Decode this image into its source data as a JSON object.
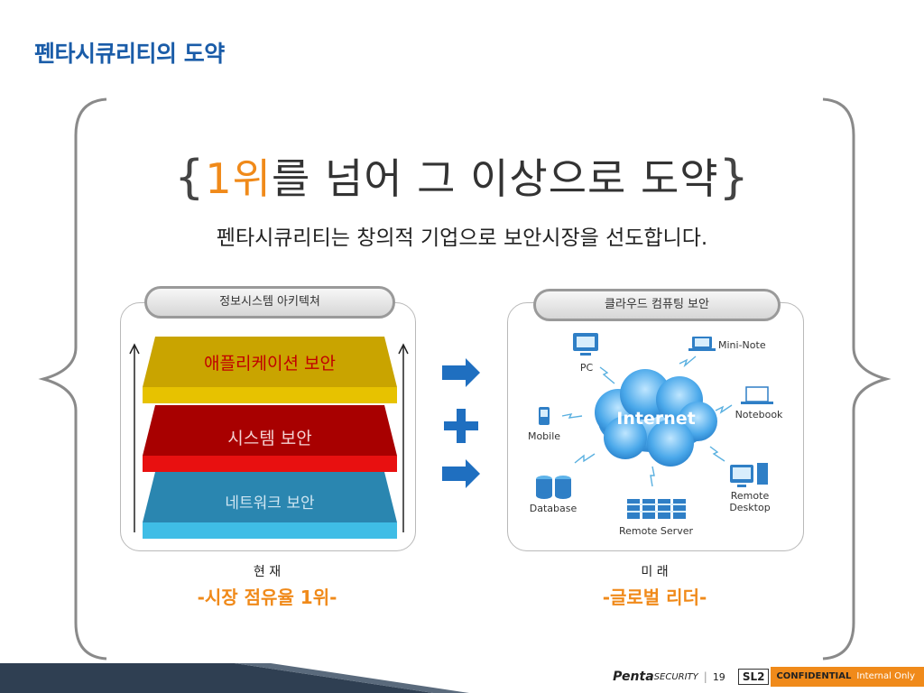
{
  "slide": {
    "title": "펜타시큐리티의 도약",
    "headline_open": "{",
    "headline_accent": "1위",
    "headline_rest": "를 넘어 그 이상으로 도약",
    "headline_close": "}",
    "subline": "펜타시큐리티는 창의적 기업으로 보안시장을 선도합니다."
  },
  "left_panel": {
    "tab_label": "정보시스템 아키텍쳐",
    "layers": [
      {
        "label": "애플리케이션 보안",
        "color": "#d9b800"
      },
      {
        "label": "시스템 보안",
        "color": "#c00000"
      },
      {
        "label": "네트워크 보안",
        "color": "#2a8fc0"
      }
    ],
    "caption_top": "현 재",
    "caption_bottom": "-시장 점유율 1위-"
  },
  "right_panel": {
    "tab_label": "클라우드 컴퓨팅 보안",
    "center": "Internet",
    "nodes": {
      "pc": "PC",
      "mini_note": "Mini-Note",
      "notebook": "Notebook",
      "mobile": "Mobile",
      "remote_desktop_1": "Remote",
      "remote_desktop_2": "Desktop",
      "database": "Database",
      "remote_server": "Remote Server"
    },
    "caption_top": "미 래",
    "caption_bottom": "-글로벌 리더-"
  },
  "footer": {
    "brand_bold": "Penta",
    "brand_rest": "SECURITY",
    "page_number": "19",
    "sl_label": "SL2",
    "confidential": "CONFIDENTIAL",
    "internal": "Internal Only"
  },
  "colors": {
    "title_blue": "#1a5ca8",
    "accent_orange": "#f08a1a",
    "arrow_blue": "#1f6fc0"
  }
}
